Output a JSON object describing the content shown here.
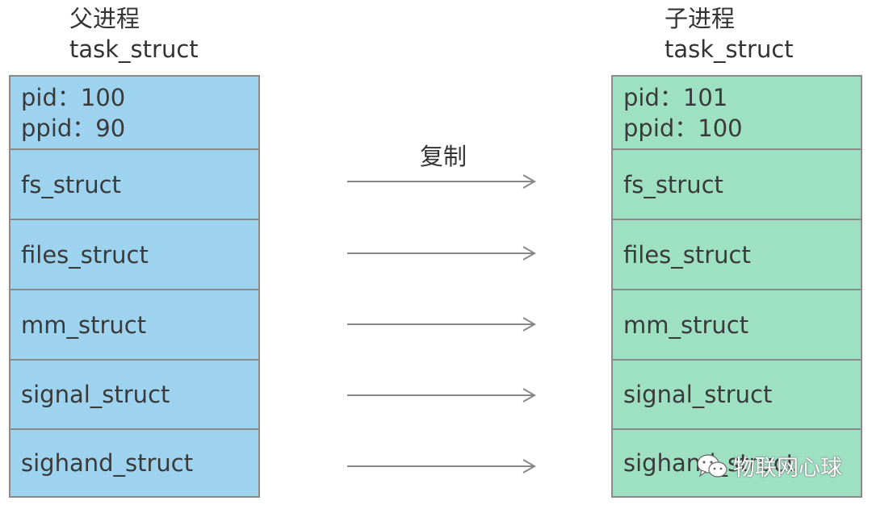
{
  "parent": {
    "title": "父进程",
    "subtitle": "task_struct",
    "pid_line": "pid：100",
    "ppid_line": "ppid：90",
    "fields": [
      "fs_struct",
      "files_struct",
      "mm_struct",
      "signal_struct",
      "sighand_struct"
    ],
    "color": "#9dd3ee"
  },
  "child": {
    "title": "子进程",
    "subtitle": "task_struct",
    "pid_line": "pid：101",
    "ppid_line": "ppid：100",
    "fields": [
      "fs_struct",
      "files_struct",
      "mm_struct",
      "signal_struct",
      "sighand_struct"
    ],
    "color": "#9ee0c2"
  },
  "copy_label": "复制",
  "arrow_color": "#888888",
  "watermark": {
    "icon": "wechat-icon",
    "text": "物联网心球"
  }
}
